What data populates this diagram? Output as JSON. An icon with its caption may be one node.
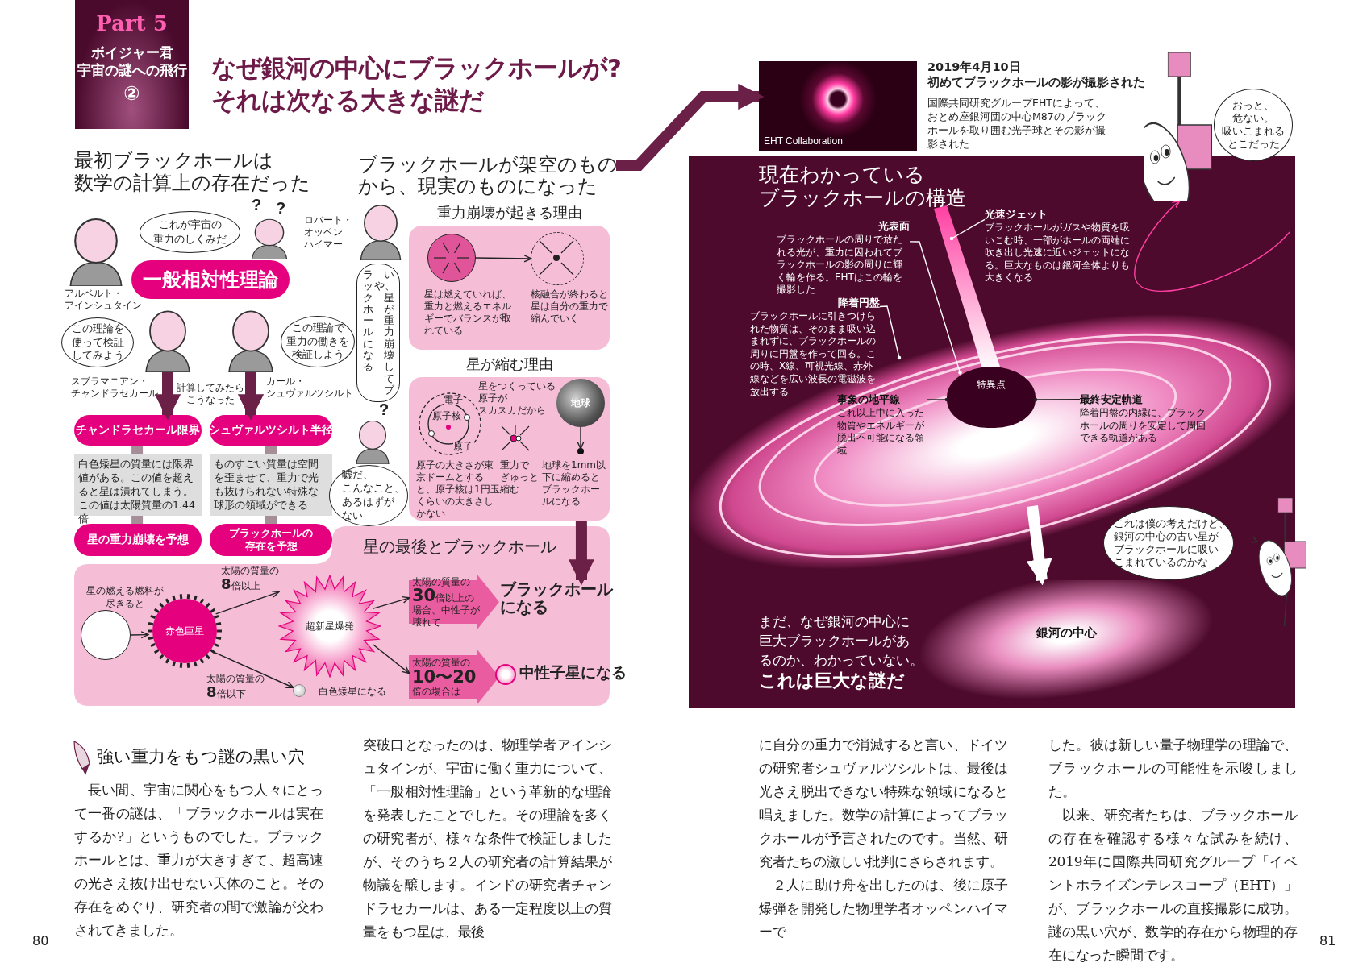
{
  "diagram": {
    "title": "なぜ銀河の中心にブラックホールが?それは次なる大きな謎だ",
    "nodes": [
      {
        "text": [
          "Part 5",
          "ボイジャー君宇宙の謎への飛行",
          "②"
        ]
      },
      {
        "text": [
          "ブラックホールが架空のものから、現実のものになった"
        ]
      },
      {
        "text": [],
        "shape": "person",
        "beside": [
          "アルベルト・アインシュタイン"
        ]
      },
      {
        "text": [
          "これが宇宙の重力のしくみだ"
        ]
      },
      {
        "text": [],
        "shape": "person",
        "beside": [
          "?",
          "?"
        ]
      },
      {
        "text": [
          "一般相対性理論"
        ]
      },
      {
        "text": [],
        "shape": "person",
        "beside": [
          "スブラマニアン・チャンドラセカール"
        ]
      },
      {
        "text": [
          "この理論を使って検証してみよう"
        ]
      },
      {
        "text": [],
        "shape": "person",
        "beside": [
          "カール・シュヴァルツシルト"
        ]
      },
      {
        "text": [
          "この理論で重力の働きを検証しよう"
        ]
      },
      {
        "text": [
          "チャンドラセカール限界"
        ]
      },
      {
        "text": [
          "白色矮星の質量には限界値がある。この値を超えると星は潰れてしまう。この値は太陽質量の1.44倍"
        ]
      },
      {
        "text": [
          "星の重力崩壊を予想"
        ]
      },
      {
        "text": [
          "シュヴァルツシルト半径"
        ]
      },
      {
        "text": [
          "ものすごい質量は空間を歪ませて、重力で光も抜けられない特殊な球形の領域ができる"
        ]
      },
      {
        "text": [
          "ブラックホールの存在を予想"
        ]
      },
      {
        "text": [],
        "shape": "person",
        "beside": [
          "ロバート・オッペンハイマー"
        ]
      },
      {
        "text": [
          "いや、星が重力崩壊してブラックホールになる"
        ]
      },
      {
        "text": [],
        "shape": "person",
        "beside": [
          "?"
        ]
      },
      {
        "text": [
          "嘘だ、こんなこと、あるはずがない"
        ]
      },
      {
        "text": [
          "重力崩壊が起きる理由"
        ]
      },
      {
        "text": [],
        "shape": "circle",
        "in": 20,
        "beside": [
          "星は燃えていれば、重力と燃えるエネルギーでバランスが取れている"
        ]
      },
      {
        "text": [],
        "shape": "circle",
        "in": 20,
        "beside": [
          "核融合が終わると星は自分の重力で縮んでいく"
        ]
      },
      {
        "text": [
          "星が縮む理由",
          "星をつくっている原子がスカスカだから"
        ]
      },
      {
        "text": [
          "電子",
          "原子核",
          "原子"
        ],
        "in": 23,
        "beside": [
          "原子の大きさが東京ドームとすると、原子核は1円玉くらいの大きさしかない"
        ]
      },
      {
        "text": [],
        "shape": "picture",
        "in": 23,
        "beside": [
          "重力でぎゅっと縮む"
        ]
      },
      {
        "text": [
          "地球"
        ],
        "in": 23
      },
      {
        "text": [],
        "shape": "circle",
        "in": 23,
        "beside": [
          "地球を1mm以下に縮めるとブラックホールになる"
        ]
      },
      {
        "text": [
          "星の最後とブラックホール"
        ]
      },
      {
        "text": [],
        "shape": "circle",
        "in": 28,
        "beside": [
          "星の燃える燃料が尽きると"
        ]
      },
      {
        "text": [
          "赤色巨星"
        ],
        "in": 28
      },
      {
        "text": [
          "超新星爆発"
        ],
        "in": 28
      },
      {
        "text": [],
        "shape": "circle",
        "in": 28,
        "beside": [
          "白色矮星になる"
        ]
      },
      {
        "text": [
          "太陽の質量の**30**倍以上の場合、中性子が壊れて"
        ],
        "in": 28
      },
      {
        "text": [
          "ブラックホールになる"
        ],
        "in": 28
      },
      {
        "text": [
          "太陽の質量の**10〜20**倍の場合は"
        ],
        "in": 28
      },
      {
        "text": [],
        "shape": "circle",
        "in": 28,
        "beside": [
          "中性子星になる"
        ]
      },
      {
        "text": [
          "EHT Collaboration"
        ],
        "beside": [
          "2019年4月10日",
          "初めてブラックホールの影が撮影された",
          "国際共同研究グループEHTによって、おとめ座銀河団の中心M87のブラックホールを取り囲む光子球とその影が撮影された"
        ]
      },
      {
        "text": [
          "現在わかっているブラックホールの構造"
        ]
      },
      {
        "text": [
          "光表面",
          "ブラックホールの周りで放たれる光が、重力に囚われてブラックホールの影の周りに輝く輪を作る。EHTはこの輪を撮影した"
        ],
        "in": 38
      },
      {
        "text": [
          "光速ジェット",
          "ブラックホールがガスや物質を吸いこむ時、一部がホールの両端に吹き出し光速に近いジェットになる。巨大なものは銀河全体よりも大きくなる"
        ],
        "in": 38
      },
      {
        "text": [
          "降着円盤",
          "ブラックホールに引きつけられた物質は、そのまま吸い込まれずに、ブラックホールの周りに円盤を作って回る。この時、X線、可視光線、赤外線などを広い波長の電磁波を放出する"
        ],
        "in": 38
      },
      {
        "text": [
          "事象の地平線",
          "これ以上中に入った物質やエネルギーが脱出不可能になる領域"
        ],
        "in": 38
      },
      {
        "text": [
          "特異点"
        ],
        "in": 38
      },
      {
        "text": [
          "最終安定軌道",
          "降着円盤の内縁に、ブラックホールの周りを安定して周回できる軌道がある"
        ],
        "in": 38
      },
      {
        "text": [],
        "shape": "picture"
      },
      {
        "text": [
          "おっと、危ない。吸いこまれるとこだった"
        ]
      },
      {
        "text": [
          "銀河の中心"
        ],
        "in": 38
      },
      {
        "text": [
          "これは僕の考えだけど、銀河の中心の古い星がブラックホールに吸いこまれているのかな"
        ],
        "in": 38
      },
      {
        "text": [],
        "shape": "picture"
      }
    ],
    "edges": [
      {
        "from": 6,
        "to": 10,
        "arrow": "to",
        "style": "thick",
        "color": "#6b2048"
      },
      {
        "from": 8,
        "to": 13,
        "arrow": "to",
        "style": "thick",
        "color": "#6b2048"
      },
      {
        "from": 10,
        "to": 11,
        "arrow": "none",
        "style": "thick",
        "color": "#a58e98"
      },
      {
        "from": 11,
        "to": 12,
        "arrow": "none",
        "style": "thick",
        "color": "#a58e98"
      },
      {
        "from": 13,
        "to": 14,
        "arrow": "none",
        "style": "thick",
        "color": "#a58e98"
      },
      {
        "from": 14,
        "to": 15,
        "arrow": "none",
        "style": "thick",
        "color": "#a58e98"
      },
      {
        "from": 21,
        "to": 22,
        "arrow": "to"
      },
      {
        "from": 26,
        "to": 27,
        "arrow": "to"
      },
      {
        "from": 1,
        "to": 37,
        "arrow": "to",
        "style": "thick",
        "color": "#6b2048"
      },
      {
        "from": 23,
        "to": 34,
        "arrow": "to",
        "style": "thick",
        "color": "#6b2048"
      },
      {
        "from": 29,
        "to": 30,
        "arrow": "to"
      },
      {
        "from": 30,
        "to": 31,
        "arrow": "to",
        "label": "太陽の質量の**8**倍以上"
      },
      {
        "from": 30,
        "to": 32,
        "arrow": "to",
        "label": "太陽の質量の**8**倍以下"
      },
      {
        "from": 31,
        "to": 33,
        "arrow": "to"
      },
      {
        "from": 31,
        "to": 35,
        "arrow": "to"
      },
      {
        "from": 39,
        "to": 43,
        "arrow": "other",
        "color": "#ffffff"
      },
      {
        "from": 40,
        "to": null,
        "arrow": "other",
        "color": "#ffffff"
      },
      {
        "from": 41,
        "to": null,
        "arrow": "other",
        "color": "#ffffff"
      },
      {
        "from": 42,
        "to": 43,
        "arrow": "other"
      },
      {
        "from": 44,
        "to": 43,
        "arrow": "other"
      },
      {
        "from": null,
        "to": 47,
        "arrow": "to",
        "style": "thick",
        "color": "#ffffff"
      },
      {
        "from": 38,
        "to": 45,
        "arrow": "to",
        "color": "#ff3fa2"
      }
    ],
    "labels": [
      "最初ブラックホールは数学の計算上の存在だった",
      "計算してみたらこうなった",
      "まだ、なぜ銀河の中心に巨大ブラックホールがあるのか、わかっていない。",
      "これは巨大な謎だ",
      "強い重力をもつ謎の黒い穴",
      "長い間、宇宙に関心をもつ人々にとって一番の謎は、「ブラックホールは実在するか?」というものでした。ブラックホールとは、重力が大きすぎて、超高速の光さえ抜け出せない天体のこと。その存在をめぐり、研究者の間で激論が交わされてきました。",
      "突破口となったのは、物理学者アインシュタインが、宇宙に働く重力について、「一般相対性理論」という革新的な理論を発表したことでした。その理論を多くの研究者が、様々な条件で検証しましたが、そのうち２人の研究者の計算結果が物議を醸します。インドの研究者チャンドラセカールは、ある一定程度以上の質量をもつ星は、最後",
      "に自分の重力で消滅すると言い、ドイツの研究者シュヴァルツシルトは、最後は光さえ脱出できない特殊な領域になると唱えました。数学の計算によってブラックホールが予言されたのです。当然、研究者たちの激しい批判にさらされます。",
      "２人に助け舟を出したのは、後に原子爆弾を開発した物理学者オッペンハイマーで",
      "した。彼は新しい量子物理学の理論で、ブラックホールの可能性を示唆しました。",
      "以来、研究者たちは、ブラックホールの存在を確認する様々な試みを続け、2019年に国際共同研究グループ「イベントホライズンテレスコープ（EHT）」が、ブラックホールの直接撮影に成功。謎の黒い穴が、数学的存在から物理的存在になった瞬間です。",
      "80",
      "81"
    ]
  }
}
